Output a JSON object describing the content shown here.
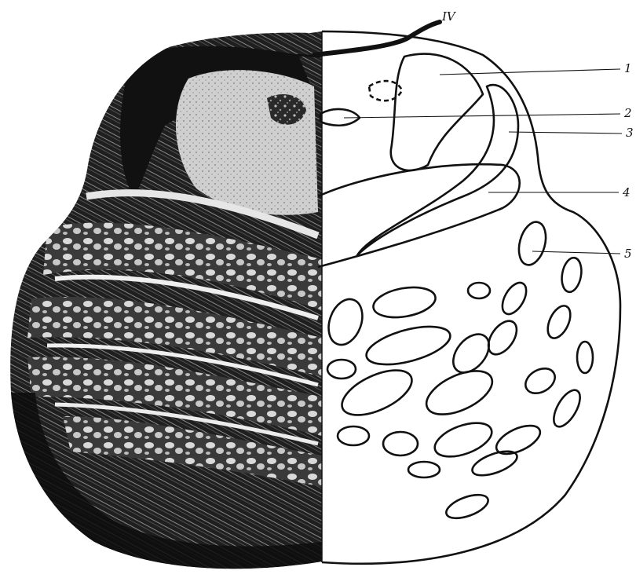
{
  "figure": {
    "nerve_label": "IV",
    "callouts": [
      {
        "id": "1",
        "text": "1"
      },
      {
        "id": "2",
        "text": "2"
      },
      {
        "id": "3",
        "text": "3"
      },
      {
        "id": "4",
        "text": "4"
      },
      {
        "id": "5",
        "text": "5"
      }
    ],
    "colors": {
      "ink": "#111111",
      "paper": "#ffffff",
      "tissue_dark": "#1a1a1a",
      "tissue_mid": "#6e6e6e",
      "tissue_light": "#d6d6d6"
    }
  }
}
